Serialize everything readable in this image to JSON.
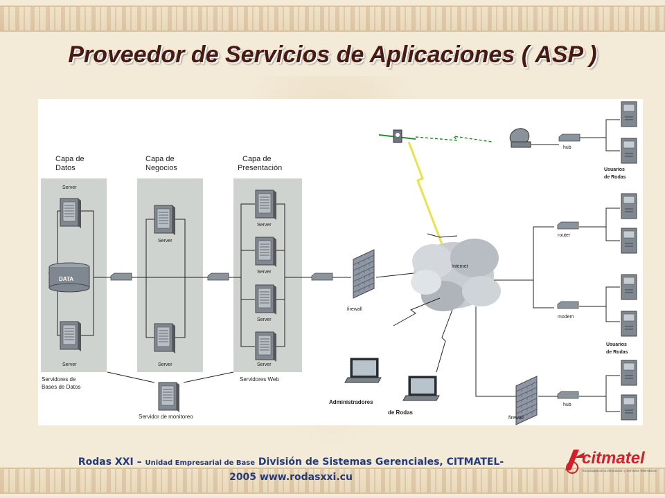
{
  "title": "Proveedor de Servicios de Aplicaciones ( ASP )",
  "layers": {
    "datos_1": "Capa de",
    "datos_2": "Datos",
    "negocios_1": "Capa de",
    "negocios_2": "Negocios",
    "presentacion_1": "Capa de",
    "presentacion_2": "Presentación"
  },
  "labels": {
    "server": "Server",
    "data": "DATA",
    "firewall": "firewall",
    "internet": "Internet",
    "hub": "hub",
    "router": "router",
    "modem": "modem",
    "usuarios_1": "Usuarios",
    "de_rodas": "de Rodas",
    "usuarios_2": "Usuarios",
    "de_rodas_2": "de Rodas",
    "servidores_bd_1": "Servidores de",
    "servidores_bd_2": "Bases de Datos",
    "servidores_web": "Servidores Web",
    "servidor_monitoreo": "Servidor de monitoreo",
    "administradores": "Administradores",
    "de_rodas_admin": "de Rodas"
  },
  "footer": {
    "org": "Rodas XXI",
    "dash": "–",
    "unit": "Unidad Empresarial de Base",
    "division": "División de Sistemas Gerenciales, CITMATEL-",
    "line2": "2005 www.rodasxxi.cu"
  },
  "logo": {
    "name": "citmatel",
    "tagline": "Tecnologías de la Información y Servicios Telemáticos"
  },
  "colors": {
    "title": "#4a1a12",
    "footer": "#243a7a",
    "logo_red": "#d0202a",
    "column_bg": "#cfd3cf"
  }
}
